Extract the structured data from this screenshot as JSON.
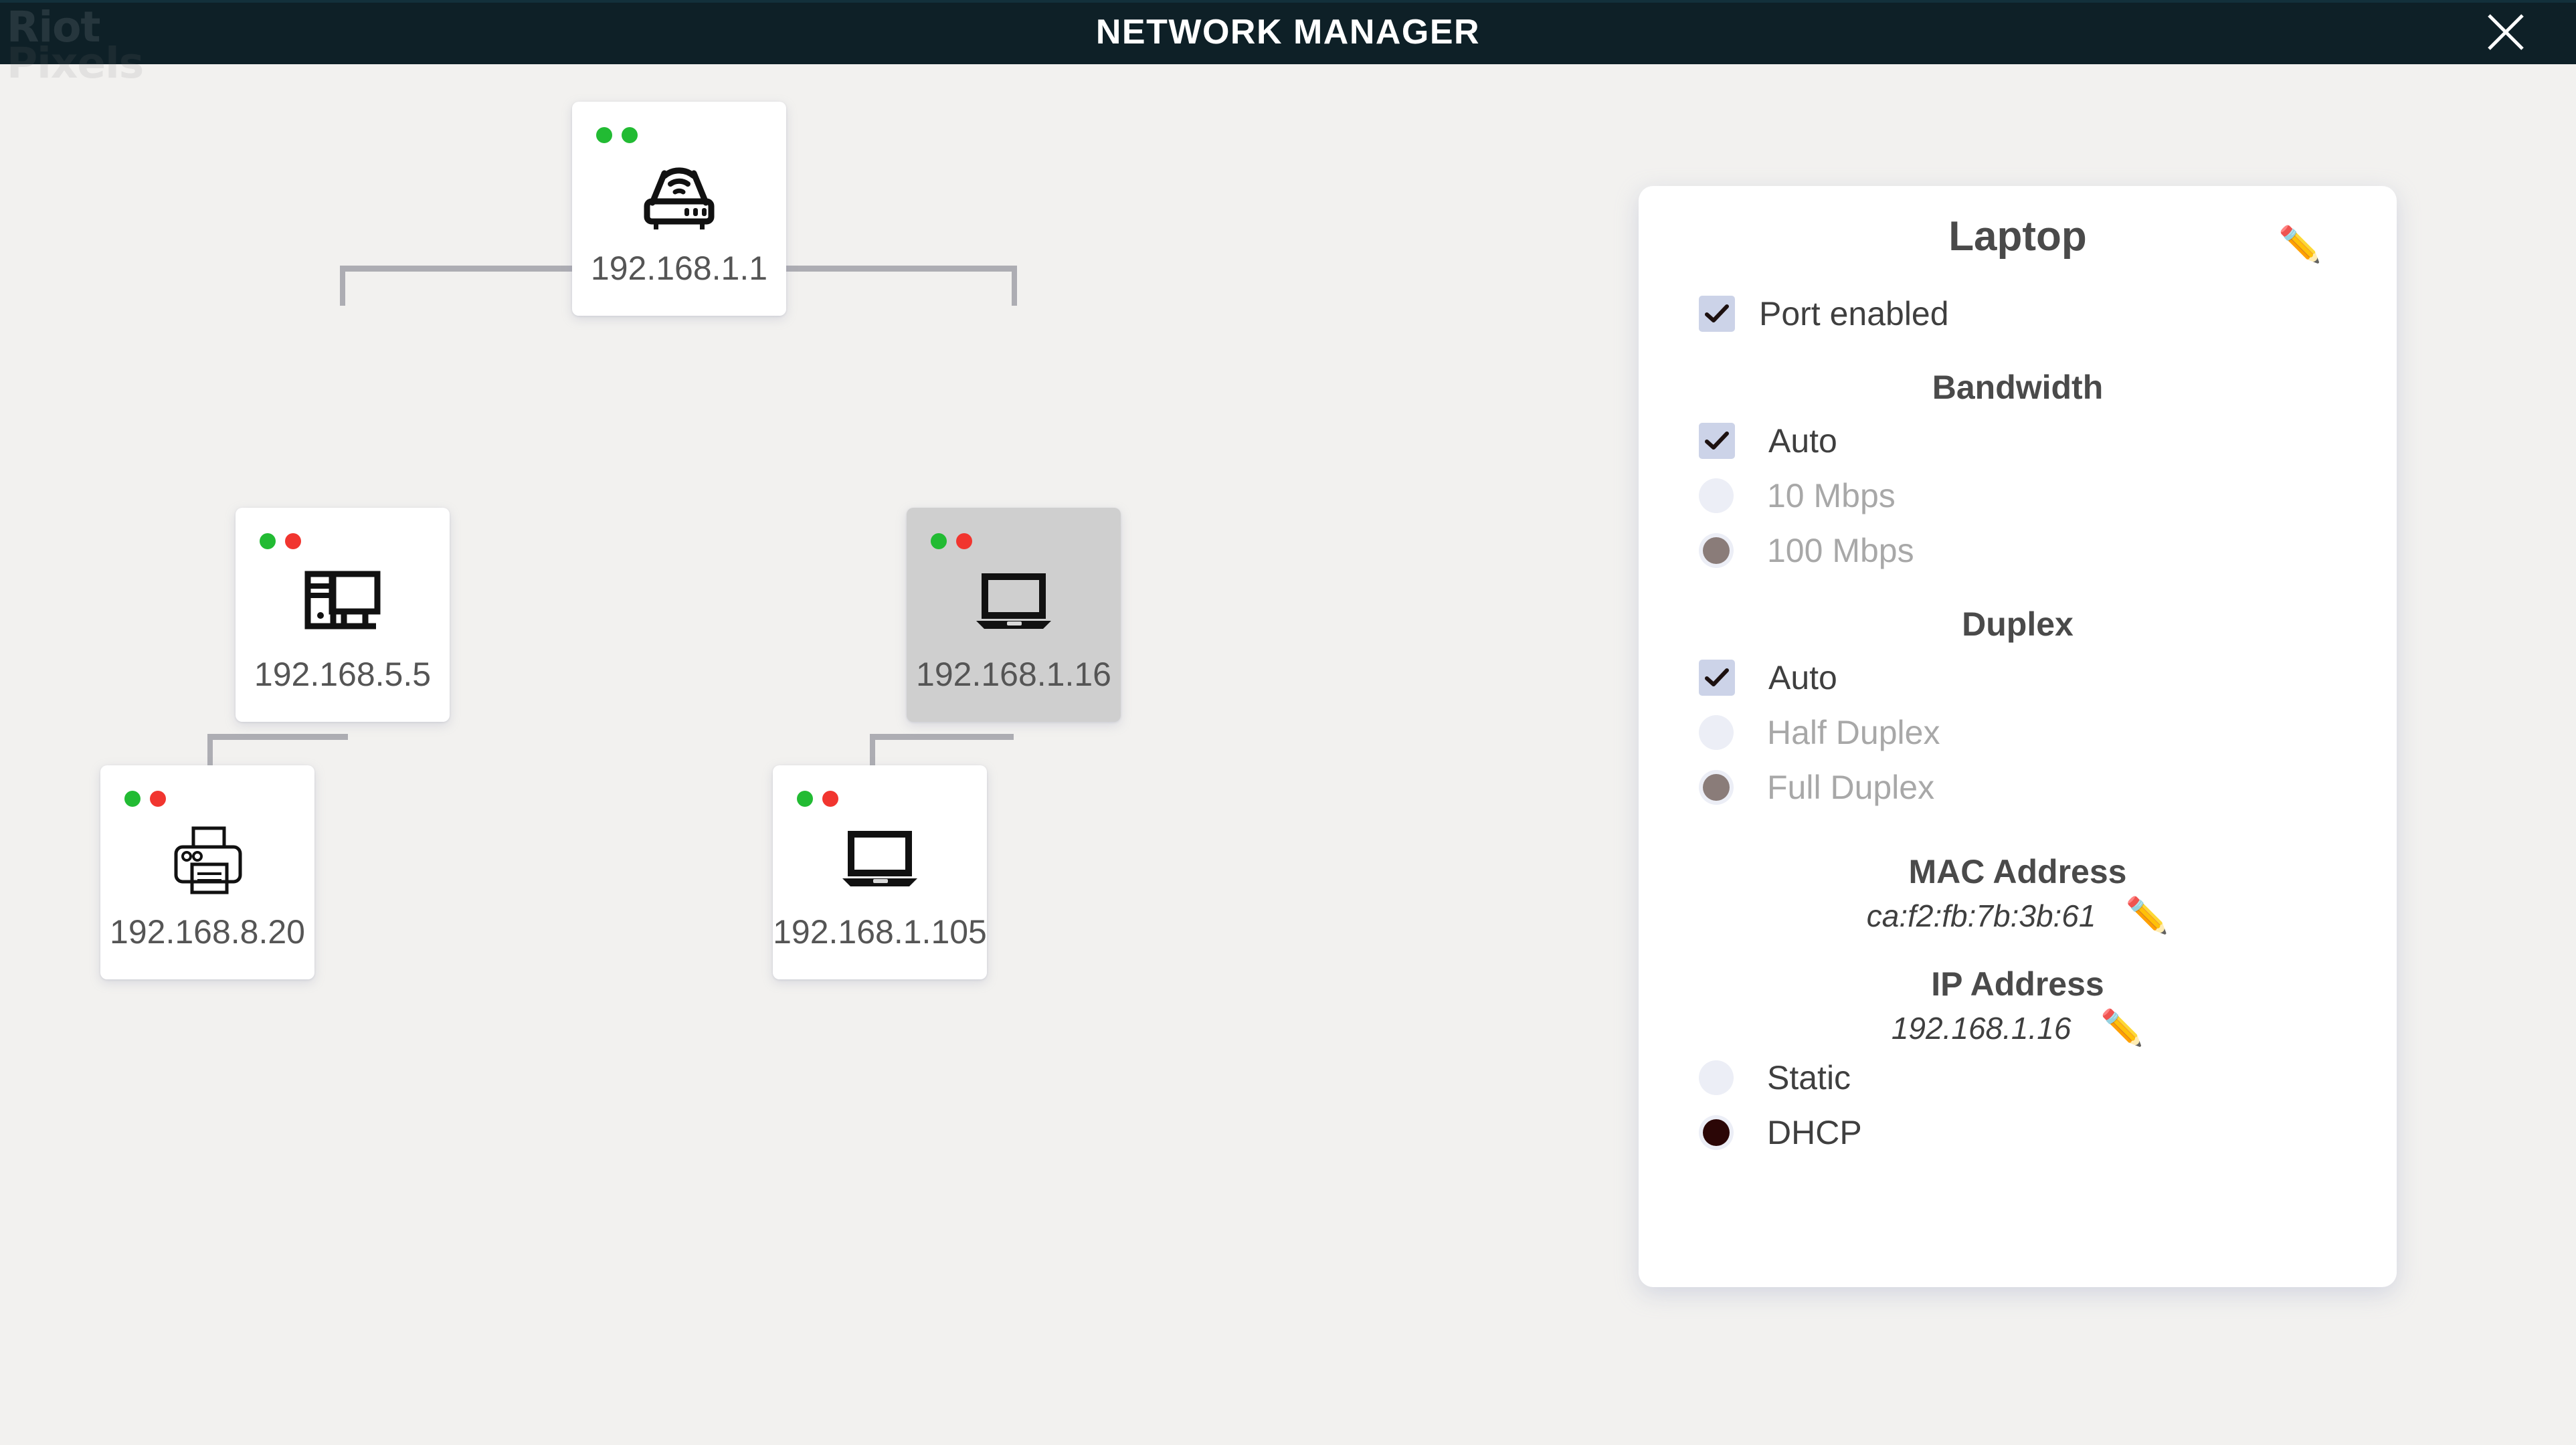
{
  "window": {
    "title": "NETWORK MANAGER",
    "close_icon": "close-icon",
    "titlebar_color": "#0e2027"
  },
  "watermark": {
    "line1": "Riot",
    "line2": "Pixels"
  },
  "topology": {
    "nodes": [
      {
        "id": "router",
        "ip": "192.168.1.1",
        "icon": "router-icon",
        "leds": [
          "green",
          "green"
        ],
        "selected": false
      },
      {
        "id": "desktop",
        "ip": "192.168.5.5",
        "icon": "desktop-icon",
        "leds": [
          "green",
          "red"
        ],
        "selected": false
      },
      {
        "id": "laptop1",
        "ip": "192.168.1.16",
        "icon": "laptop-icon",
        "leds": [
          "green",
          "red"
        ],
        "selected": true
      },
      {
        "id": "printer",
        "ip": "192.168.8.20",
        "icon": "printer-icon",
        "leds": [
          "green",
          "red"
        ],
        "selected": false
      },
      {
        "id": "laptop2",
        "ip": "192.168.1.105",
        "icon": "laptop-icon",
        "leds": [
          "green",
          "red"
        ],
        "selected": false
      }
    ],
    "link_color": "#adadb3"
  },
  "panel": {
    "title": "Laptop",
    "edit_icon": "pencil-icon",
    "port_enabled": {
      "label": "Port enabled",
      "checked": true
    },
    "bandwidth": {
      "heading": "Bandwidth",
      "auto": {
        "label": "Auto",
        "checked": true
      },
      "options": [
        {
          "label": "10 Mbps",
          "selected": false,
          "disabled": true
        },
        {
          "label": "100 Mbps",
          "selected": true,
          "disabled": true
        }
      ]
    },
    "duplex": {
      "heading": "Duplex",
      "auto": {
        "label": "Auto",
        "checked": true
      },
      "options": [
        {
          "label": "Half Duplex",
          "selected": false,
          "disabled": true
        },
        {
          "label": "Full Duplex",
          "selected": true,
          "disabled": true
        }
      ]
    },
    "mac": {
      "heading": "MAC Address",
      "value": "ca:f2:fb:7b:3b:61",
      "edit_icon": "pencil-icon"
    },
    "ip": {
      "heading": "IP Address",
      "value": "192.168.1.16",
      "edit_icon": "pencil-icon"
    },
    "addressing": [
      {
        "label": "Static",
        "selected": false
      },
      {
        "label": "DHCP",
        "selected": true
      }
    ]
  },
  "colors": {
    "background": "#f2f1ef",
    "panel": "#ffffff",
    "selected_node": "#cfcfcf",
    "led_green": "#22bb33",
    "led_red": "#f1352f",
    "checkbox": "#ccd3e8"
  }
}
